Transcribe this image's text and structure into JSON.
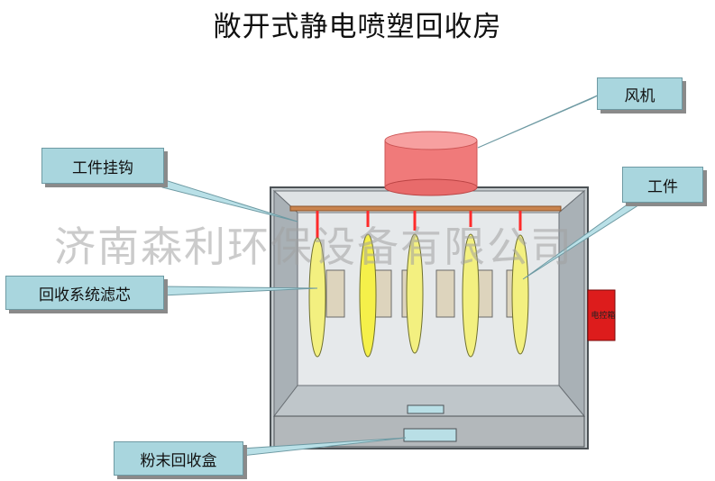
{
  "title": "敞开式静电喷塑回收房",
  "watermark": "济南森利环保设备有限公司",
  "callouts": {
    "fan": "风机",
    "hook": "工件挂钩",
    "workpiece": "工件",
    "filter": "回收系统滤芯",
    "powder_box": "粉末回收盒"
  },
  "control_box_label": "电控箱",
  "colors": {
    "callout_fill": "#a9d6de",
    "fan": "#f07a7a",
    "control_box": "#dd1c1c",
    "workpiece": "#f3f080",
    "hook": "#ff2b2b",
    "booth_wall": "#c6ccd0"
  }
}
